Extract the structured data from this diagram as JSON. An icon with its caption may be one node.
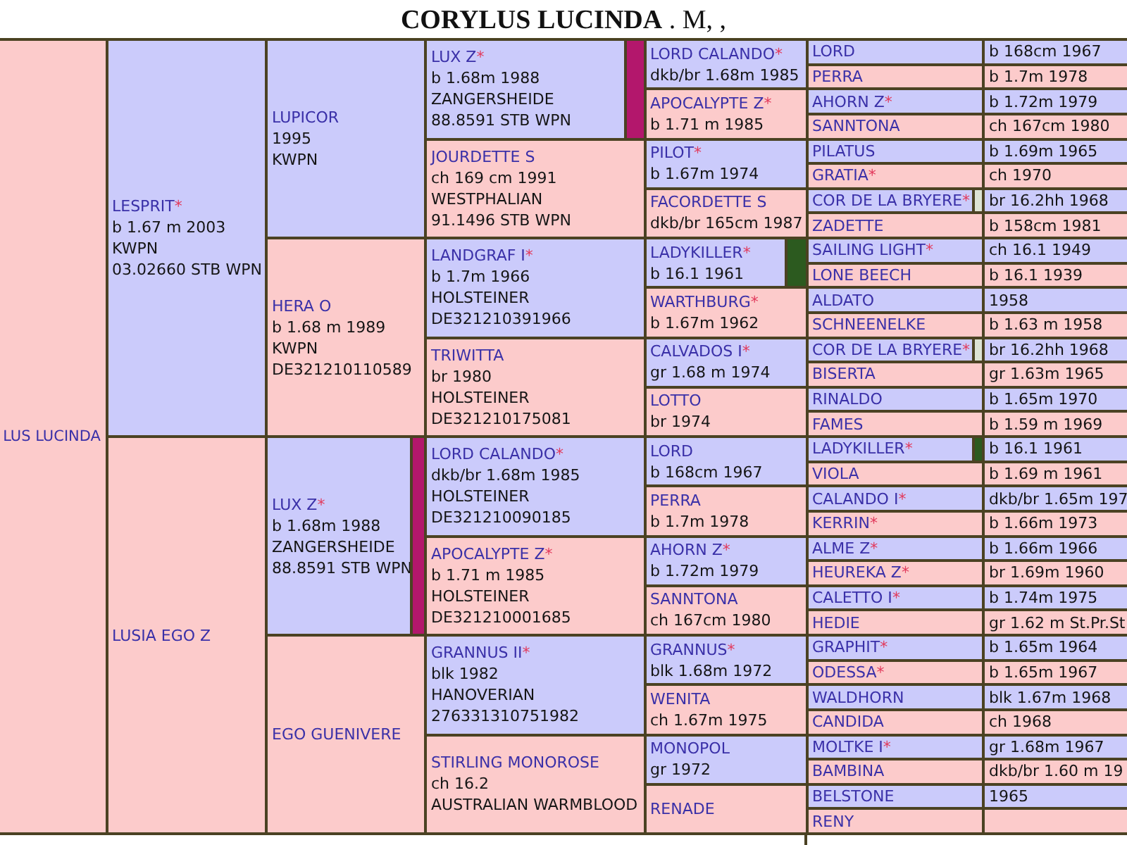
{
  "diagram": {
    "title": "**CORYLUS LUCINDA** . M, ,",
    "nodes": [
      {
        "text": [
          "LUS LUCINDA"
        ]
      },
      {
        "text": [
          "LESPRIT*",
          "b 1.67 m 2003",
          "KWPN",
          "03.02660 STB WPN"
        ]
      },
      {
        "text": [
          "LUPICOR",
          "1995",
          "KWPN"
        ]
      },
      {
        "text": [
          "LUX Z*",
          "b 1.68m 1988",
          "ZANGERSHEIDE",
          "88.8591 STB WPN"
        ]
      },
      {
        "text": [
          "LORD CALANDO*",
          "dkb/br 1.68m 1985"
        ]
      },
      {
        "text": [
          "LORD"
        ]
      },
      {
        "text": [
          "b 168cm 1967"
        ]
      },
      {
        "text": [
          "PERRA"
        ]
      },
      {
        "text": [
          "b 1.7m 1978"
        ]
      },
      {
        "text": [
          "APOCALYPTE Z*",
          "b 1.71 m 1985"
        ]
      },
      {
        "text": [
          "AHORN Z*"
        ]
      },
      {
        "text": [
          "b 1.72m 1979"
        ]
      },
      {
        "text": [
          "SANNTONA"
        ]
      },
      {
        "text": [
          "ch 167cm 1980"
        ]
      },
      {
        "text": [
          "JOURDETTE S",
          "ch 169 cm 1991",
          "WESTPHALIAN",
          "91.1496 STB WPN"
        ]
      },
      {
        "text": [
          "PILOT*",
          "b 1.67m 1974"
        ]
      },
      {
        "text": [
          "PILATUS"
        ]
      },
      {
        "text": [
          "b 1.69m 1965"
        ]
      },
      {
        "text": [
          "GRATIA*"
        ]
      },
      {
        "text": [
          "ch 1970"
        ]
      },
      {
        "text": [
          "FACORDETTE S",
          "dkb/br 165cm 1987"
        ]
      },
      {
        "text": [
          "COR DE LA BRYERE*"
        ]
      },
      {
        "text": [
          "br 16.2hh 1968"
        ]
      },
      {
        "text": [
          "ZADETTE"
        ]
      },
      {
        "text": [
          "b 158cm 1981"
        ]
      },
      {
        "text": [
          "HERA O",
          "b 1.68 m 1989",
          "KWPN",
          "DE321210110589"
        ]
      },
      {
        "text": [
          "LANDGRAF I*",
          "b 1.7m 1966",
          "HOLSTEINER",
          "DE321210391966"
        ]
      },
      {
        "text": [
          "LADYKILLER*",
          "b 16.1 1961"
        ]
      },
      {
        "text": [
          "SAILING LIGHT*"
        ]
      },
      {
        "text": [
          "ch 16.1 1949"
        ]
      },
      {
        "text": [
          "LONE BEECH"
        ]
      },
      {
        "text": [
          "b 16.1 1939"
        ]
      },
      {
        "text": [
          "WARTHBURG*",
          "b 1.67m 1962"
        ]
      },
      {
        "text": [
          "ALDATO"
        ]
      },
      {
        "text": [
          "1958"
        ]
      },
      {
        "text": [
          "SCHNEENELKE"
        ]
      },
      {
        "text": [
          "b 1.63 m 1958"
        ]
      },
      {
        "text": [
          "TRIWITTA",
          "br 1980",
          "HOLSTEINER",
          "DE321210175081"
        ]
      },
      {
        "text": [
          "CALVADOS I*",
          "gr 1.68 m 1974"
        ]
      },
      {
        "text": [
          "COR DE LA BRYERE*"
        ]
      },
      {
        "text": [
          "br 16.2hh 1968"
        ]
      },
      {
        "text": [
          "BISERTA"
        ]
      },
      {
        "text": [
          "gr 1.63m 1965"
        ]
      },
      {
        "text": [
          "LOTTO",
          "br 1974"
        ]
      },
      {
        "text": [
          "RINALDO"
        ]
      },
      {
        "text": [
          "b 1.65m 1970"
        ]
      },
      {
        "text": [
          "FAMES"
        ]
      },
      {
        "text": [
          "b 1.59 m 1969"
        ]
      },
      {
        "text": [
          "LUSIA EGO Z"
        ]
      },
      {
        "text": [
          "LUX Z*",
          "b 1.68m 1988",
          "ZANGERSHEIDE",
          "88.8591 STB WPN"
        ]
      },
      {
        "text": [
          "LORD CALANDO*",
          "dkb/br 1.68m 1985",
          "HOLSTEINER",
          "DE321210090185"
        ]
      },
      {
        "text": [
          "LORD",
          "b 168cm 1967"
        ]
      },
      {
        "text": [
          "LADYKILLER*"
        ]
      },
      {
        "text": [
          "b 16.1 1961"
        ]
      },
      {
        "text": [
          "VIOLA"
        ]
      },
      {
        "text": [
          "b 1.69 m 1961"
        ]
      },
      {
        "text": [
          "PERRA",
          "b 1.7m 1978"
        ]
      },
      {
        "text": [
          "CALANDO I*"
        ]
      },
      {
        "text": [
          "dkb/br 1.65m 197"
        ]
      },
      {
        "text": [
          "KERRIN*"
        ]
      },
      {
        "text": [
          "b 1.66m 1973"
        ]
      },
      {
        "text": [
          "APOCALYPTE Z*",
          "b 1.71 m 1985",
          "HOLSTEINER",
          "DE321210001685"
        ]
      },
      {
        "text": [
          "AHORN Z*",
          "b 1.72m 1979"
        ]
      },
      {
        "text": [
          "ALME Z*"
        ]
      },
      {
        "text": [
          "b 1.66m 1966"
        ]
      },
      {
        "text": [
          "HEUREKA Z*"
        ]
      },
      {
        "text": [
          "br 1.69m 1960"
        ]
      },
      {
        "text": [
          "SANNTONA",
          "ch 167cm 1980"
        ]
      },
      {
        "text": [
          "CALETTO I*"
        ]
      },
      {
        "text": [
          "b 1.74m 1975"
        ]
      },
      {
        "text": [
          "HEDIE"
        ]
      },
      {
        "text": [
          "gr 1.62 m St.Pr.St"
        ]
      },
      {
        "text": [
          "EGO GUENIVERE"
        ]
      },
      {
        "text": [
          "GRANNUS II*",
          "blk 1982",
          "HANOVERIAN",
          "276331310751982"
        ]
      },
      {
        "text": [
          "GRANNUS*",
          "blk 1.68m 1972"
        ]
      },
      {
        "text": [
          "GRAPHIT*"
        ]
      },
      {
        "text": [
          "b 1.65m 1964"
        ]
      },
      {
        "text": [
          "ODESSA*"
        ]
      },
      {
        "text": [
          "b 1.65m 1967"
        ]
      },
      {
        "text": [
          "WENITA",
          "ch 1.67m 1975"
        ]
      },
      {
        "text": [
          "WALDHORN"
        ]
      },
      {
        "text": [
          "blk 1.67m 1968"
        ]
      },
      {
        "text": [
          "CANDIDA"
        ]
      },
      {
        "text": [
          "ch 1968"
        ]
      },
      {
        "text": [
          "STIRLING MONOROSE",
          "ch 16.2",
          "AUSTRALIAN WARMBLOOD"
        ]
      },
      {
        "text": [
          "MONOPOL",
          "gr 1972"
        ]
      },
      {
        "text": [
          "MOLTKE I*"
        ]
      },
      {
        "text": [
          "gr 1.68m 1967"
        ]
      },
      {
        "text": [
          "BAMBINA"
        ]
      },
      {
        "text": [
          "dkb/br 1.60 m 19"
        ]
      },
      {
        "text": [
          "RENADE"
        ]
      },
      {
        "text": [
          "BELSTONE"
        ]
      },
      {
        "text": [
          "1965"
        ]
      },
      {
        "text": [
          "RENY"
        ]
      },
      {
        "text": [],
        "shape": "box"
      }
    ]
  }
}
